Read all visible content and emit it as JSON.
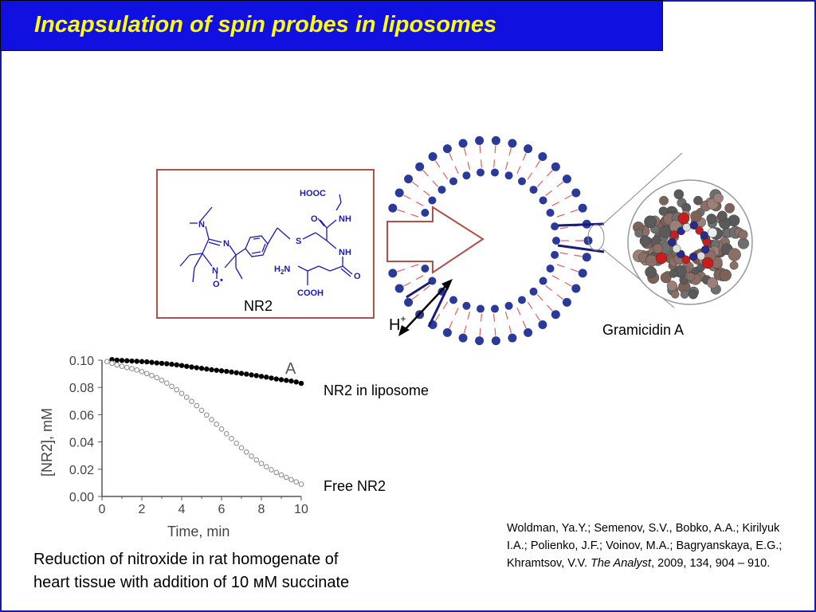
{
  "slide": {
    "title": "Incapsulation of spin probes in liposomes"
  },
  "structure": {
    "label": "NR2",
    "atoms": {
      "hooc": "HOOC",
      "nh1": "NH",
      "o1": "O",
      "s": "S",
      "nh2": "NH",
      "h2n": "H",
      "h2n_sub": "2",
      "h2n_n": "N",
      "o2": "O",
      "cooh": "COOH",
      "n_top": "N",
      "n_bottom": "N",
      "o_radical": "O",
      "radical_dot": "•",
      "dimethylamine_n": "N"
    }
  },
  "liposome": {
    "proton_label": "H",
    "proton_charge": "+",
    "gramicidin_label": "Gramicidin  A"
  },
  "legend": {
    "nr2_liposome": "NR2 in liposome",
    "free_nr2": "Free  NR2"
  },
  "chart_data": {
    "type": "scatter",
    "panel_letter": "A",
    "xlabel": "Time, min",
    "ylabel": "[NR2], mM",
    "xlim": [
      0,
      10
    ],
    "ylim": [
      0,
      0.1
    ],
    "xticks": [
      "0",
      "2",
      "4",
      "6",
      "8",
      "10"
    ],
    "yticks": [
      "0.00",
      "0.02",
      "0.04",
      "0.06",
      "0.08",
      "0.10"
    ],
    "series": [
      {
        "marker": "filled",
        "color": "#000000",
        "x": [
          0.5,
          0.75,
          1,
          1.25,
          1.5,
          1.75,
          2,
          2.25,
          2.5,
          2.75,
          3,
          3.25,
          3.5,
          3.75,
          4,
          4.25,
          4.5,
          4.75,
          5,
          5.25,
          5.5,
          5.75,
          6,
          6.25,
          6.5,
          6.75,
          7,
          7.25,
          7.5,
          7.75,
          8,
          8.25,
          8.5,
          8.75,
          9,
          9.25,
          9.5,
          9.75,
          10
        ],
        "y": [
          0.1005,
          0.1,
          0.0998,
          0.0996,
          0.0994,
          0.0992,
          0.099,
          0.0988,
          0.0984,
          0.098,
          0.0977,
          0.0974,
          0.097,
          0.0966,
          0.0961,
          0.0955,
          0.095,
          0.0945,
          0.094,
          0.0935,
          0.093,
          0.0926,
          0.0922,
          0.0918,
          0.0913,
          0.0908,
          0.0903,
          0.0898,
          0.0892,
          0.0887,
          0.0881,
          0.0876,
          0.0869,
          0.0862,
          0.0857,
          0.0852,
          0.0847,
          0.084,
          0.083
        ]
      },
      {
        "marker": "open",
        "color": "#888888",
        "x": [
          0.25,
          0.5,
          0.75,
          1,
          1.25,
          1.5,
          1.75,
          2,
          2.25,
          2.5,
          2.75,
          3,
          3.25,
          3.5,
          3.75,
          4,
          4.25,
          4.5,
          4.75,
          5,
          5.25,
          5.5,
          5.75,
          6,
          6.25,
          6.5,
          6.75,
          7,
          7.25,
          7.5,
          7.75,
          8,
          8.25,
          8.5,
          8.75,
          9,
          9.25,
          9.5,
          9.75,
          10
        ],
        "y": [
          0.099,
          0.0978,
          0.0965,
          0.0955,
          0.0946,
          0.0938,
          0.0928,
          0.0916,
          0.0902,
          0.0888,
          0.0872,
          0.0852,
          0.0832,
          0.0808,
          0.0783,
          0.0756,
          0.0728,
          0.0698,
          0.0666,
          0.0632,
          0.0598,
          0.0564,
          0.053,
          0.0495,
          0.046,
          0.0425,
          0.039,
          0.0357,
          0.0326,
          0.0296,
          0.0268,
          0.0242,
          0.0218,
          0.0196,
          0.0176,
          0.0158,
          0.014,
          0.0123,
          0.0107,
          0.009
        ]
      }
    ]
  },
  "caption": {
    "line1": "Reduction of nitroxide in rat homogenate of",
    "line2": "heart tissue with addition of 10 мM succinate"
  },
  "citation": {
    "authors": "Woldman, Ya.Y.; Semenov, S.V., Bobko, A.A.; Kirilyuk I.A.; Polienko, J.F.; Voinov, M.A.; Bagryanskaya, E.G.; Khramtsov, V.V. ",
    "journal": "The Analyst",
    "details": ", 2009, 134, 904 – 910."
  }
}
